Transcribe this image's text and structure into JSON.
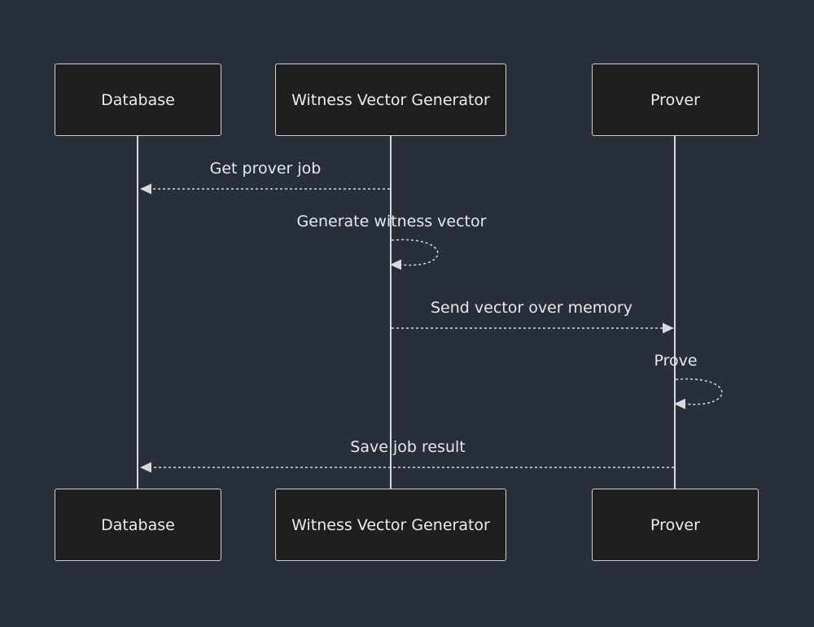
{
  "participants": {
    "database": "Database",
    "witness_vector_generator": "Witness Vector Generator",
    "prover": "Prover"
  },
  "messages": {
    "get_prover_job": "Get prover job",
    "generate_witness_vector": "Generate witness vector",
    "send_vector_over_memory": "Send vector over memory",
    "prove": "Prove",
    "save_job_result": "Save job result"
  },
  "colors": {
    "background": "#282f3b",
    "actor_fill": "#1f1f1f",
    "line": "#d9d9d9"
  }
}
